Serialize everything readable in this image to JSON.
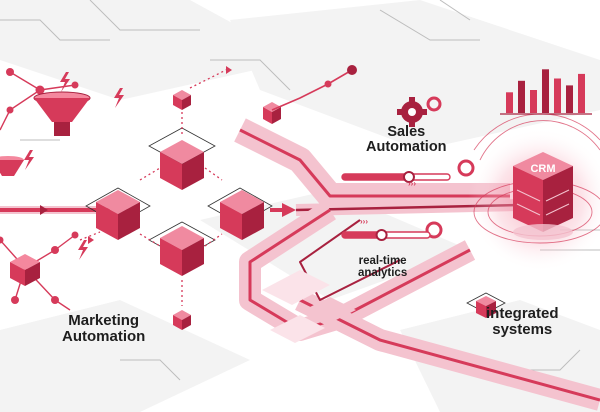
{
  "labels": {
    "marketing_line1": "Marketing",
    "marketing_line2": "Automation",
    "sales_line1": "Sales",
    "sales_line2": "Automation",
    "realtime_line1": "real-time",
    "realtime_line2": "analytics",
    "integrated_line1": "integrated",
    "integrated_line2": "systems",
    "crm": "CRM"
  },
  "colors": {
    "accent": "#d63a5a",
    "accent_dark": "#a8213f",
    "accent_light": "#f4c3cf",
    "accent_pale": "#fbe3e9",
    "line": "#333333",
    "grey_pale": "#f2f2f2"
  },
  "icons": [
    "funnel-icon",
    "lightning-icon",
    "gear-icon",
    "cube-icon",
    "server-icon",
    "bar-chart-icon",
    "slider-icon",
    "network-node-icon"
  ],
  "crm_bar_chart": {
    "type": "bar",
    "values": [
      0.45,
      0.7,
      0.5,
      0.95,
      0.75,
      0.6,
      0.85
    ]
  },
  "sliders": [
    {
      "name": "sales-slider-1",
      "level": 0.62
    },
    {
      "name": "sales-slider-2",
      "level": 0.45
    }
  ]
}
